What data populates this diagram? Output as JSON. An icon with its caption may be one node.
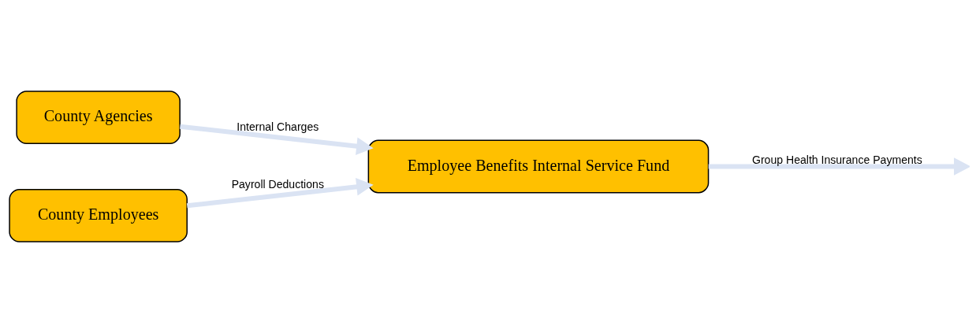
{
  "diagram": {
    "nodes": [
      {
        "text": [
          "County Agencies"
        ]
      },
      {
        "text": [
          "County Employees"
        ]
      },
      {
        "text": [
          "Employee Benefits Internal Service Fund"
        ]
      }
    ],
    "edges": [
      {
        "from": 0,
        "to": 2,
        "arrow": "to",
        "label": "Internal Charges"
      },
      {
        "from": 1,
        "to": 2,
        "arrow": "to",
        "label": "Payroll Deductions"
      },
      {
        "from": 2,
        "to": null,
        "arrow": "to",
        "label": "Group Health Insurance Payments"
      }
    ]
  }
}
